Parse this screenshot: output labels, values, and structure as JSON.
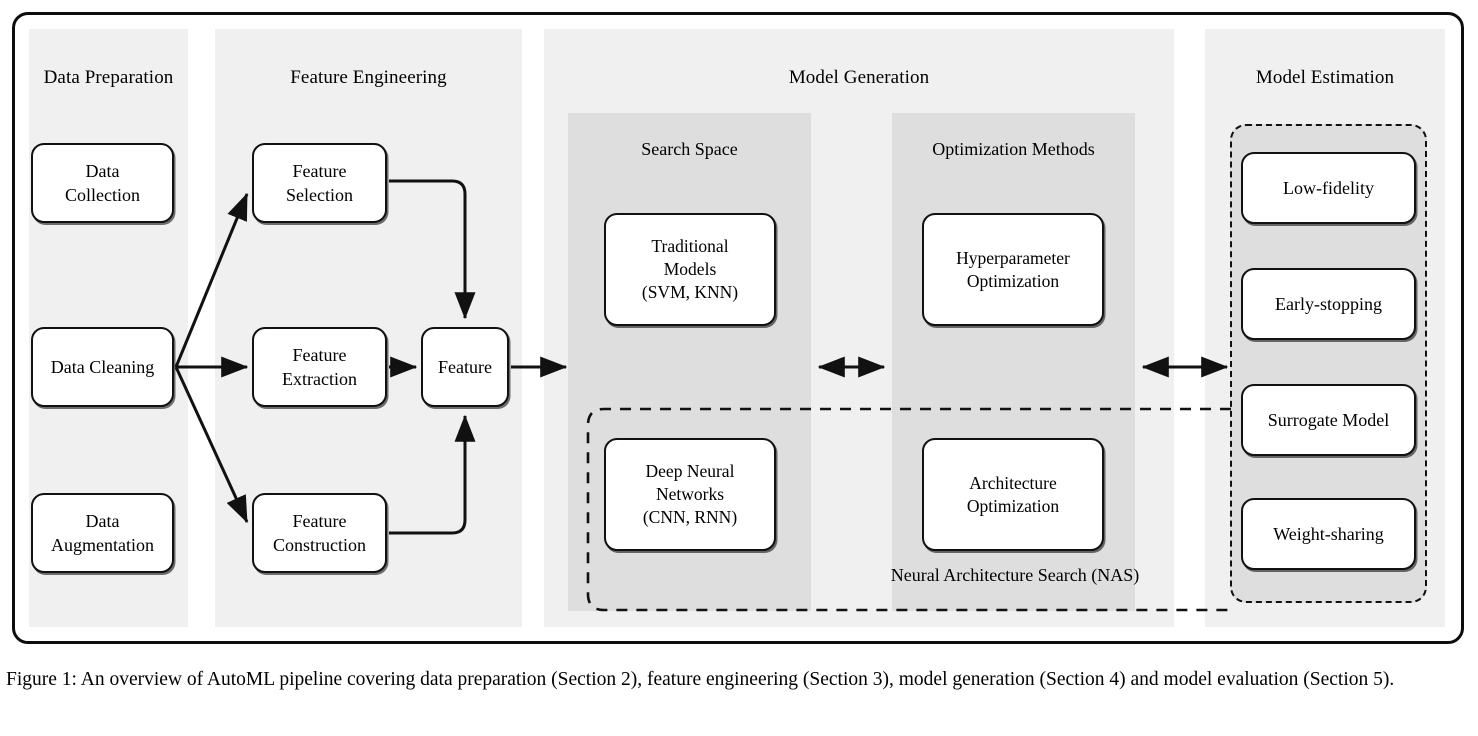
{
  "figure": {
    "caption": "Figure 1: An overview of AutoML pipeline covering data preparation (Section 2), feature engineering (Section 3), model generation (Section 4) and model evaluation (Section 5)."
  },
  "colors": {
    "page_background": "#ffffff",
    "stage_panel": "#f0f0f0",
    "sub_panel": "#dedede",
    "node_fill": "#ffffff",
    "stroke": "#111111"
  },
  "stages": [
    {
      "id": "data-preparation",
      "title": "Data Preparation",
      "nodes": [
        {
          "id": "data-collection",
          "label": "Data\nCollection"
        },
        {
          "id": "data-cleaning",
          "label": "Data Cleaning"
        },
        {
          "id": "data-augmentation",
          "label": "Data\nAugmentation"
        }
      ]
    },
    {
      "id": "feature-engineering",
      "title": "Feature Engineering",
      "nodes": [
        {
          "id": "feature-selection",
          "label": "Feature\nSelection"
        },
        {
          "id": "feature-extraction",
          "label": "Feature\nExtraction"
        },
        {
          "id": "feature-construction",
          "label": "Feature\nConstruction"
        },
        {
          "id": "feature",
          "label": "Feature"
        }
      ]
    },
    {
      "id": "model-generation",
      "title": "Model Generation",
      "sub_panels": [
        {
          "id": "search-space",
          "title": "Search Space",
          "nodes": [
            {
              "id": "traditional-models",
              "label": "Traditional\nModels\n(SVM, KNN)"
            },
            {
              "id": "deep-neural-networks",
              "label": "Deep Neural\nNetworks\n(CNN, RNN)"
            }
          ]
        },
        {
          "id": "optimization-methods",
          "title": "Optimization Methods",
          "nodes": [
            {
              "id": "hyperparameter-optimization",
              "label": "Hyperparameter\nOptimization"
            },
            {
              "id": "architecture-optimization",
              "label": "Architecture\nOptimization"
            }
          ]
        }
      ]
    },
    {
      "id": "model-estimation",
      "title": "Model Estimation",
      "nodes": [
        {
          "id": "low-fidelity",
          "label": "Low-fidelity"
        },
        {
          "id": "early-stopping",
          "label": "Early-stopping"
        },
        {
          "id": "surrogate-model",
          "label": "Surrogate Model"
        },
        {
          "id": "weight-sharing",
          "label": "Weight-sharing"
        }
      ]
    }
  ],
  "regions": [
    {
      "id": "nas",
      "label": "Neural Architecture Search (NAS)",
      "style": "dashed"
    }
  ]
}
